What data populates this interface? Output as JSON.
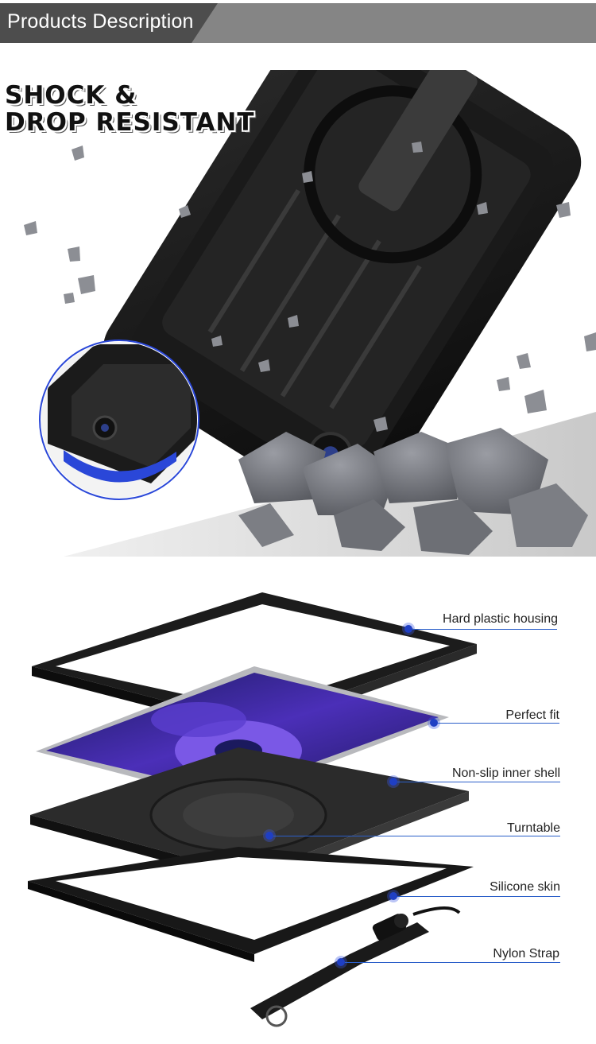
{
  "header": {
    "title": "Products Description"
  },
  "hero": {
    "title_line1": "SHOCK &",
    "title_line2": "DROP RESISTANT"
  },
  "callouts": [
    {
      "label": "Hard plastic housing"
    },
    {
      "label": "Perfect fit"
    },
    {
      "label": "Non-slip inner shell"
    },
    {
      "label": "Turntable"
    },
    {
      "label": "Silicone skin"
    },
    {
      "label": "Nylon Strap"
    }
  ],
  "colors": {
    "header_dark": "#4d4d4d",
    "header_light": "#858585",
    "callout_accent": "#1f3fc4",
    "zoom_accent": "#2a47d8"
  }
}
